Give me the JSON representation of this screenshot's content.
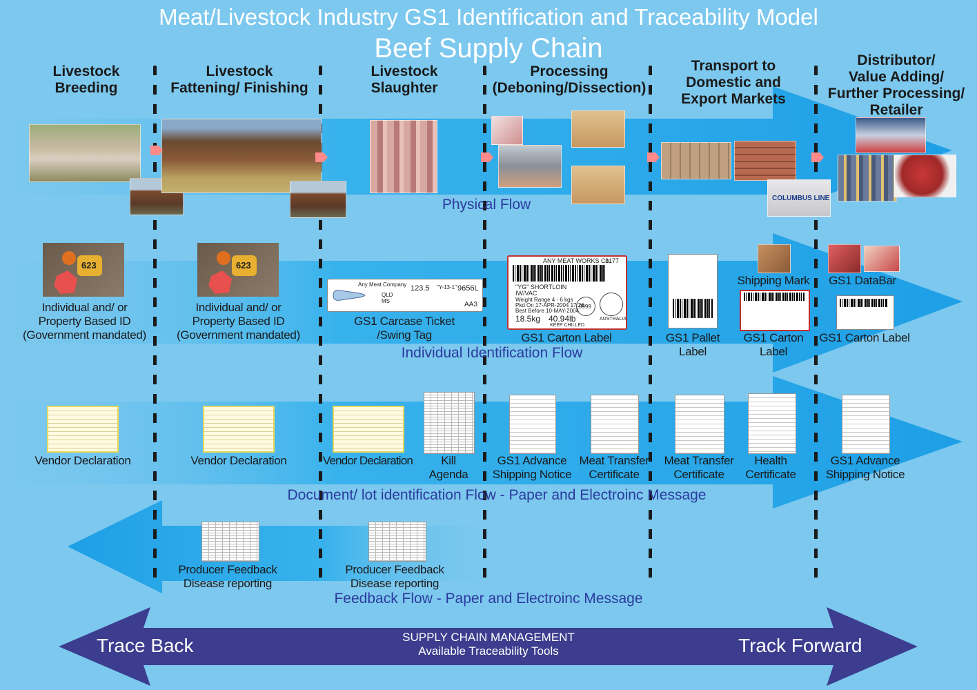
{
  "title": "Meat/Livestock Industry GS1 Identification and Traceability Model",
  "subtitle": "Beef Supply Chain",
  "stages": [
    {
      "line1": "Livestock",
      "line2": "Breeding"
    },
    {
      "line1": "Livestock",
      "line2": "Fattening/ Finishing"
    },
    {
      "line1": "Livestock",
      "line2": "Slaughter"
    },
    {
      "line1": "Processing",
      "line2": "(Deboning/Dissection)"
    },
    {
      "line1": "Transport to",
      "line2": "Domestic and",
      "line3": "Export Markets"
    },
    {
      "line1": "Distributor/",
      "line2": "Value Adding/",
      "line3": "Further Processing/",
      "line4": "Retailer"
    }
  ],
  "flows": {
    "physical": "Physical Flow",
    "individual": "Individual Identification Flow",
    "document": "Document/ lot identification Flow - Paper and Electroinc Message",
    "feedback": "Feedback Flow - Paper and Electroinc Message"
  },
  "individual_items": {
    "id1_l1": "Individual and/ or",
    "id1_l2": "Property Based ID",
    "id1_l3": "(Government mandated)",
    "id2_l1": "Individual and/ or",
    "id2_l2": "Property Based ID",
    "id2_l3": "(Government mandated)",
    "carcase_l1": "GS1 Carcase Ticket",
    "carcase_l2": "/Swing Tag",
    "carton": "GS1 Carton Label",
    "pallet": "GS1 Pallet Label",
    "carton2": "GS1 Carton Label",
    "shipping_mark": "Shipping Mark",
    "databar": "GS1 DataBar",
    "carton3": "GS1 Carton Label"
  },
  "document_items": {
    "vd1": "Vendor Declaration",
    "vd2": "Vendor Declaration",
    "vd3": "Vendor Declaration",
    "kill_l1": "Kill",
    "kill_l2": "Agenda",
    "asn1_l1": "GS1 Advance",
    "asn1_l2": "Shipping Notice",
    "mtc1_l1": "Meat Transfer",
    "mtc1_l2": "Certificate",
    "mtc2_l1": "Meat Transfer",
    "mtc2_l2": "Certificate",
    "health_l1": "Health",
    "health_l2": "Certificate",
    "asn2_l1": "GS1 Advance",
    "asn2_l2": "Shipping Notice"
  },
  "feedback_items": {
    "pf1_l1": "Producer Feedback",
    "pf1_l2": "Disease reporting",
    "pf2_l1": "Producer Feedback",
    "pf2_l2": "Disease reporting"
  },
  "ear_tag_number": "623",
  "carcase_ticket": {
    "company": "Any Meat Company",
    "weight": "123.5",
    "code": "\"Y-13-1\"",
    "body": "9656L",
    "qld": "QLD",
    "ms": "MS",
    "grade": "AA3"
  },
  "carton_label": {
    "header": "ANY MEAT WORKS Co.",
    "number": "3177",
    "product": "\"YG\" SHORTLOIN",
    "pack": "IW/VAC",
    "range": "Weight Range 4 - 6 kgs",
    "pkd": "Pkd On 17-APR-2004 17:26",
    "best": "Best Before 10-MAY-2004",
    "kg": "18.5kg",
    "lb": "40.94lb",
    "est": "9999",
    "chilled": "KEEP CHILLED",
    "country": "AUSTRALIA"
  },
  "container_text": "COLUMBUS LINE",
  "bottom": {
    "left": "Trace Back",
    "right": "Track Forward",
    "center1": "SUPPLY CHAIN MANAGEMENT",
    "center2": "Available Traceability Tools"
  },
  "colors": {
    "background": "#7cc8ee",
    "arrow": "#2aa9ea",
    "flow_label": "#2b3a9e",
    "bottom_arrow": "#3c3d8e"
  }
}
